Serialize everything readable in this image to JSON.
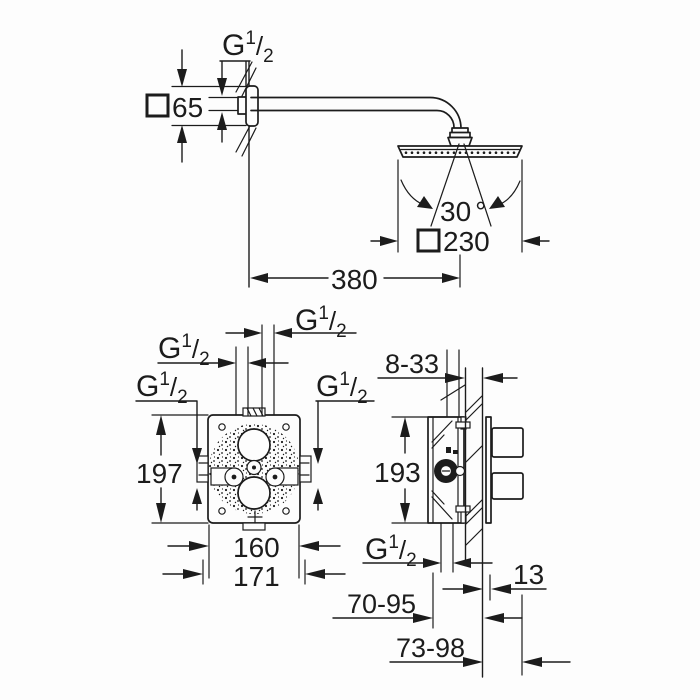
{
  "labels": {
    "thread": {
      "letter": "G",
      "numerator": "1",
      "slash": "/",
      "denominator": "2"
    },
    "square_symbol": "square"
  },
  "dimensions": {
    "wall_plate": "65",
    "head_width": "230",
    "arm_projection": "380",
    "spray_angle_value": "30",
    "spray_angle_unit": "°",
    "front_view": {
      "height": "197",
      "width": "160",
      "plate_width": "171"
    },
    "side_view": {
      "tile_range": "8-33",
      "height": "193",
      "plate_offset": "13",
      "depth_range_body": "70-95",
      "depth_range_plate": "73-98"
    }
  },
  "colors": {
    "line": "#1c1c1c",
    "background": "#fdfdfd"
  }
}
